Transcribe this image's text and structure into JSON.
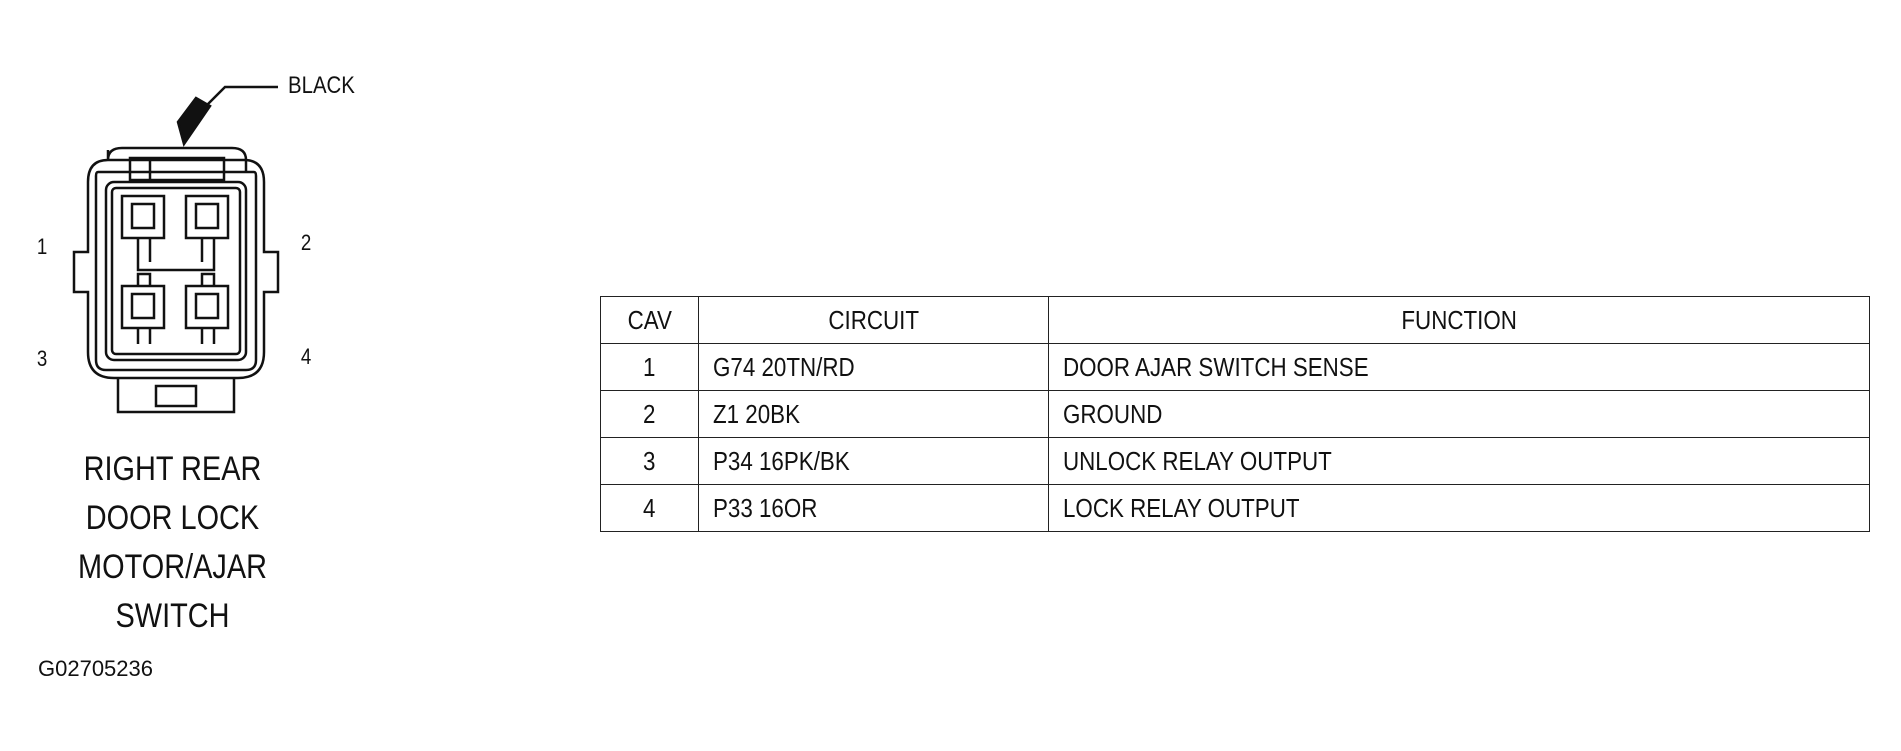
{
  "connector": {
    "callout_label": "BLACK",
    "pins": [
      "1",
      "2",
      "3",
      "4"
    ],
    "caption_lines": [
      "RIGHT REAR",
      "DOOR LOCK",
      "MOTOR/AJAR",
      "SWITCH"
    ]
  },
  "figure_id": "G02705236",
  "table": {
    "headers": [
      "CAV",
      "CIRCUIT",
      "FUNCTION"
    ],
    "rows": [
      {
        "cav": "1",
        "circuit": "G74 20TN/RD",
        "function": "DOOR AJAR SWITCH SENSE"
      },
      {
        "cav": "2",
        "circuit": "Z1 20BK",
        "function": "GROUND"
      },
      {
        "cav": "3",
        "circuit": "P34 16PK/BK",
        "function": "UNLOCK RELAY OUTPUT"
      },
      {
        "cav": "4",
        "circuit": "P33 16OR",
        "function": "LOCK RELAY OUTPUT"
      }
    ]
  }
}
